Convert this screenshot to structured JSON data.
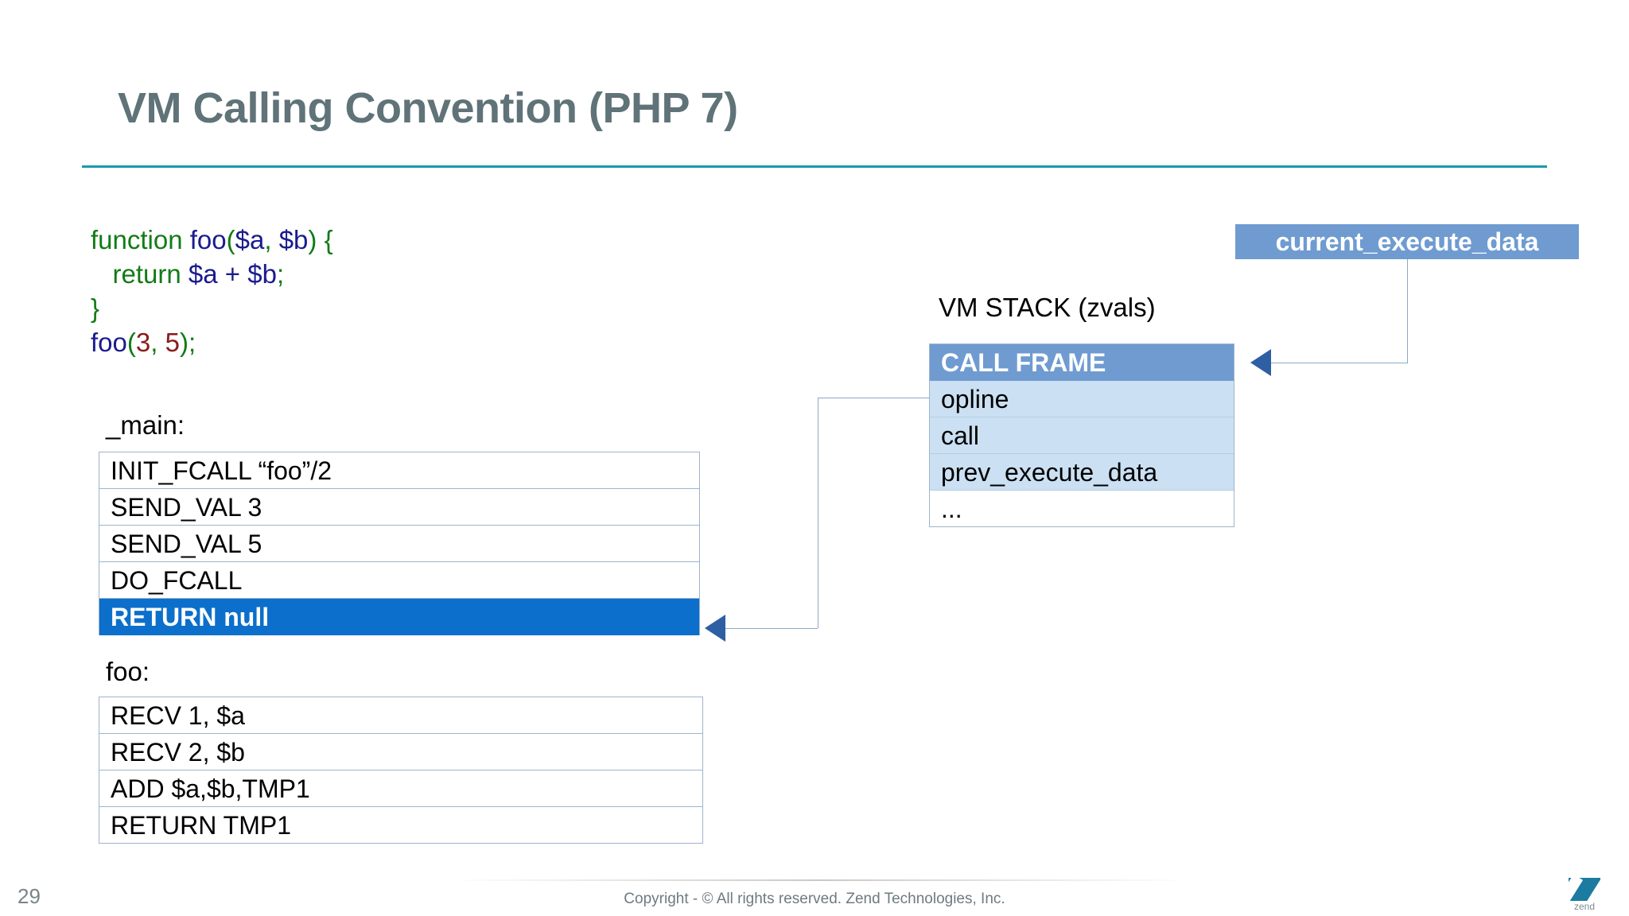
{
  "slide": {
    "title": "VM Calling Convention (PHP 7)",
    "number": "29"
  },
  "code": {
    "line1_kw_function": "function ",
    "line1_name": "foo",
    "line1_paren_open": "(",
    "line1_arg_a": "$a",
    "line1_comma": ", ",
    "line1_arg_b": "$b",
    "line1_paren_close": ")",
    "line1_brace": " {",
    "line2_indent": "   ",
    "line2_kw_return": "return ",
    "line2_a": "$a",
    "line2_plus": " + ",
    "line2_b": "$b",
    "line2_semi": ";",
    "line3_brace": "}",
    "line4_name": "foo",
    "line4_paren_open": "(",
    "line4_num3": "3",
    "line4_comma": ", ",
    "line4_num5": "5",
    "line4_paren_close": ")",
    "line4_semi": ";"
  },
  "main_section": {
    "label": "_main:",
    "rows": [
      {
        "text": "INIT_FCALL  “foo”/2",
        "highlight": false
      },
      {
        "text": "SEND_VAL 3",
        "highlight": false
      },
      {
        "text": "SEND_VAL 5",
        "highlight": false
      },
      {
        "text": "DO_FCALL",
        "highlight": false
      },
      {
        "text": "RETURN null",
        "highlight": true
      }
    ]
  },
  "foo_section": {
    "label": "foo:",
    "rows": [
      {
        "text": "RECV 1, $a",
        "highlight": false
      },
      {
        "text": "RECV 2, $b",
        "highlight": false
      },
      {
        "text": "ADD $a,$b,TMP1",
        "highlight": false
      },
      {
        "text": "RETURN TMP1",
        "highlight": false
      }
    ]
  },
  "vm_stack": {
    "label": "VM STACK (zvals)",
    "rows": [
      {
        "text": "CALL FRAME",
        "style": "header"
      },
      {
        "text": "opline",
        "style": "field"
      },
      {
        "text": "call",
        "style": "field"
      },
      {
        "text": "prev_execute_data",
        "style": "field"
      },
      {
        "text": "...",
        "style": "plain"
      }
    ]
  },
  "pointer_badge": {
    "label": "current_execute_data"
  },
  "footer": {
    "copyright": "Copyright - © All rights reserved. Zend Technologies, Inc.",
    "logo_word": "zend"
  },
  "colors": {
    "title": "#5f7378",
    "rule": "#1b9aaa",
    "highlight_row": "#0b6fcb",
    "frame_header": "#6f9bd1",
    "frame_body": "#cbe0f2",
    "badge": "#6f9bd1",
    "connector": "#8da9c4",
    "arrowhead": "#2e5fa3",
    "code_keyword": "#127b16",
    "code_variable": "#1b1b8f",
    "code_number": "#8a1b1b"
  }
}
